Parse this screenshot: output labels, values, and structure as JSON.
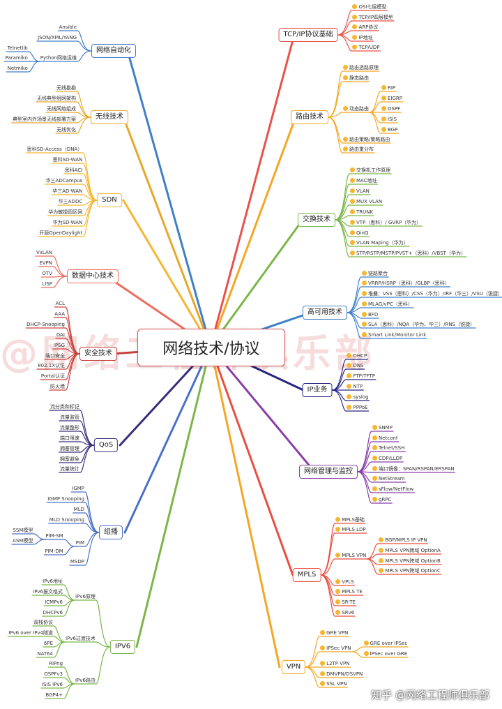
{
  "center": {
    "title": "网络技术/协议"
  },
  "watermark": "@网络工程师俱乐部",
  "credit": "知乎 @网络工程师俱乐部",
  "branches": [
    {
      "id": "automation",
      "label": "网络自动化",
      "color": "#3f7fc8",
      "side": "L",
      "children": [
        {
          "label": "Ansible"
        },
        {
          "label": "JSON/XML/YANG"
        },
        {
          "label": "Python网络运维",
          "children": [
            {
              "label": "Telnetlib"
            },
            {
              "label": "Paramiko"
            },
            {
              "label": "Netmiko"
            }
          ]
        }
      ]
    },
    {
      "id": "wireless",
      "label": "无线技术",
      "color": "#e6a72a",
      "side": "L",
      "children": [
        {
          "label": "无线勘勘"
        },
        {
          "label": "无线典型组网架构"
        },
        {
          "label": "无线网络组成"
        },
        {
          "label": "典型室内外场景无线部署方案"
        },
        {
          "label": "无线优化"
        }
      ]
    },
    {
      "id": "sdn",
      "label": "SDN",
      "color": "#f5b631",
      "side": "L",
      "children": [
        {
          "label": "思科SD-Access（DNA）"
        },
        {
          "label": "思科SD-WAN"
        },
        {
          "label": "思科ACI"
        },
        {
          "label": "华三ADCampus"
        },
        {
          "label": "华三AD-WAN"
        },
        {
          "label": "华三ADDC"
        },
        {
          "label": "华为敏捷园区网"
        },
        {
          "label": "华为SD-WAN"
        },
        {
          "label": "开源OpenDaylight"
        }
      ]
    },
    {
      "id": "dc",
      "label": "数据中心技术",
      "color": "#ec6b5e",
      "side": "L",
      "children": [
        {
          "label": "VxLAN"
        },
        {
          "label": "EVPN"
        },
        {
          "label": "OTV"
        },
        {
          "label": "LISP"
        }
      ]
    },
    {
      "id": "security",
      "label": "安全技术",
      "color": "#c9403a",
      "side": "L",
      "children": [
        {
          "label": "ACL"
        },
        {
          "label": "AAA"
        },
        {
          "label": "DHCP-Snooping"
        },
        {
          "label": "DAI"
        },
        {
          "label": "IPSG"
        },
        {
          "label": "端口安全"
        },
        {
          "label": "802.1X认证"
        },
        {
          "label": "Portal认证"
        },
        {
          "label": "防火墙"
        }
      ]
    },
    {
      "id": "qos",
      "label": "QoS",
      "color": "#3a2e7a",
      "side": "L",
      "children": [
        {
          "label": "流分类和标记"
        },
        {
          "label": "流量监管"
        },
        {
          "label": "流量整形"
        },
        {
          "label": "端口限速"
        },
        {
          "label": "拥塞管理"
        },
        {
          "label": "拥塞避免"
        },
        {
          "label": "流量统计"
        }
      ]
    },
    {
      "id": "multicast",
      "label": "组播",
      "color": "#4a70c8",
      "side": "L",
      "children": [
        {
          "label": "IGMP"
        },
        {
          "label": "IGMP Snooping"
        },
        {
          "label": "MLD"
        },
        {
          "label": "MLD Snooping"
        },
        {
          "label": "PIM",
          "children": [
            {
              "label": "PIM-SM",
              "children": [
                {
                  "label": "SSM模型"
                },
                {
                  "label": "ASM模型"
                }
              ]
            },
            {
              "label": "PIM-DM"
            }
          ]
        },
        {
          "label": "MSDP"
        }
      ]
    },
    {
      "id": "ipv6",
      "label": "IPV6",
      "color": "#7ab648",
      "side": "L",
      "children": [
        {
          "label": "IPv6原理",
          "children": [
            {
              "label": "IPv6地址"
            },
            {
              "label": "IPv6报文格式"
            },
            {
              "label": "ICMPv6"
            },
            {
              "label": "DHCPv6"
            }
          ]
        },
        {
          "label": "IPv6过渡技术",
          "children": [
            {
              "label": "双栈协议"
            },
            {
              "label": "IPv6 over IPv4隧道"
            },
            {
              "label": "6PE"
            },
            {
              "label": "NAT64"
            }
          ]
        },
        {
          "label": "IPv6路由",
          "children": [
            {
              "label": "RIPng"
            },
            {
              "label": "OSPFv3"
            },
            {
              "label": "ISIS IPv6"
            },
            {
              "label": "BGP4+"
            }
          ]
        }
      ]
    },
    {
      "id": "tcpip",
      "label": "TCP/IP协议基础",
      "color": "#e8524a",
      "side": "R",
      "children": [
        {
          "label": "OSI七层模型"
        },
        {
          "label": "TCP/IP四层模型"
        },
        {
          "label": "ARP协议"
        },
        {
          "label": "IP地址"
        },
        {
          "label": "TCP/UDP"
        }
      ]
    },
    {
      "id": "routing",
      "label": "路由技术",
      "color": "#f5a623",
      "side": "R",
      "children": [
        {
          "label": "路由选路原理"
        },
        {
          "label": "静态路由"
        },
        {
          "label": "动态路由",
          "children": [
            {
              "label": "RIP"
            },
            {
              "label": "EIGRP"
            },
            {
              "label": "OSPF"
            },
            {
              "label": "ISIS"
            },
            {
              "label": "BGP"
            }
          ]
        },
        {
          "label": "路由策略/策略路由"
        },
        {
          "label": "路由重分布"
        }
      ]
    },
    {
      "id": "switching",
      "label": "交换技术",
      "color": "#7ab648",
      "side": "R",
      "children": [
        {
          "label": "交换机工作原理"
        },
        {
          "label": "MAC地址"
        },
        {
          "label": "VLAN"
        },
        {
          "label": "MUX VLAN"
        },
        {
          "label": "TRUNK"
        },
        {
          "label": "VTP（思科）/ GVRP（华为）"
        },
        {
          "label": "QinQ"
        },
        {
          "label": "VLAN Maping（华为）"
        },
        {
          "label": "STP/RSTP/MSTP/PVST+（思科）/VBST（华为）"
        }
      ]
    },
    {
      "id": "ha",
      "label": "高可用技术",
      "color": "#3f7fc8",
      "side": "R",
      "children": [
        {
          "label": "链路聚合"
        },
        {
          "label": "VRRP/HSRP（思科）/GLBP（思科）"
        },
        {
          "label": "堆叠：VSS（思科）/CSS（华为）/IRF（华三）/VSU（锐捷）"
        },
        {
          "label": "MLAG/vPC（思科）"
        },
        {
          "label": "BFD"
        },
        {
          "label": "SLA（思科）/NQA（华为、华三）/RNS（锐捷）"
        },
        {
          "label": "Smart Link/Monitor Link"
        }
      ]
    },
    {
      "id": "ipservice",
      "label": "IP业务",
      "color": "#2a2580",
      "side": "R",
      "children": [
        {
          "label": "DHCP"
        },
        {
          "label": "DNS"
        },
        {
          "label": "FTP/TFTP"
        },
        {
          "label": "NTP"
        },
        {
          "label": "syslog"
        },
        {
          "label": "PPPoE"
        }
      ]
    },
    {
      "id": "mgmt",
      "label": "网络管理与监控",
      "color": "#8a3fa8",
      "side": "R",
      "children": [
        {
          "label": "SNMP"
        },
        {
          "label": "Netconf"
        },
        {
          "label": "Telnet/SSH"
        },
        {
          "label": "CDP/LLDP"
        },
        {
          "label": "端口镜像：SPAN/RSPAN/ERSPAN"
        },
        {
          "label": "NetStream"
        },
        {
          "label": "sFlow/NetFlow"
        },
        {
          "label": "gRPC"
        }
      ]
    },
    {
      "id": "mpls",
      "label": "MPLS",
      "color": "#ea4e3f",
      "side": "R",
      "children": [
        {
          "label": "MPLS基础"
        },
        {
          "label": "MPLS LDP"
        },
        {
          "label": "MPLS VPN",
          "children": [
            {
              "label": "BGP/MPLS IP VPN"
            },
            {
              "label": "MPLS VPN跨域 OptionA"
            },
            {
              "label": "MPLS VPN跨域 OptionB"
            },
            {
              "label": "MPLS VPN跨域 OptionC"
            }
          ]
        },
        {
          "label": "VPLS"
        },
        {
          "label": "MPLS TE"
        },
        {
          "label": "SR-TE"
        },
        {
          "label": "SRv6"
        }
      ]
    },
    {
      "id": "vpn",
      "label": "VPN",
      "color": "#f5a623",
      "side": "R",
      "children": [
        {
          "label": "GRE VPN"
        },
        {
          "label": "IPSec VPN",
          "children": [
            {
              "label": "GRE over IPSec"
            },
            {
              "label": "IPSec over GRE"
            }
          ]
        },
        {
          "label": "L2TP VPN"
        },
        {
          "label": "DMVPN/DSVPN"
        },
        {
          "label": "SSL VPN"
        }
      ]
    }
  ]
}
